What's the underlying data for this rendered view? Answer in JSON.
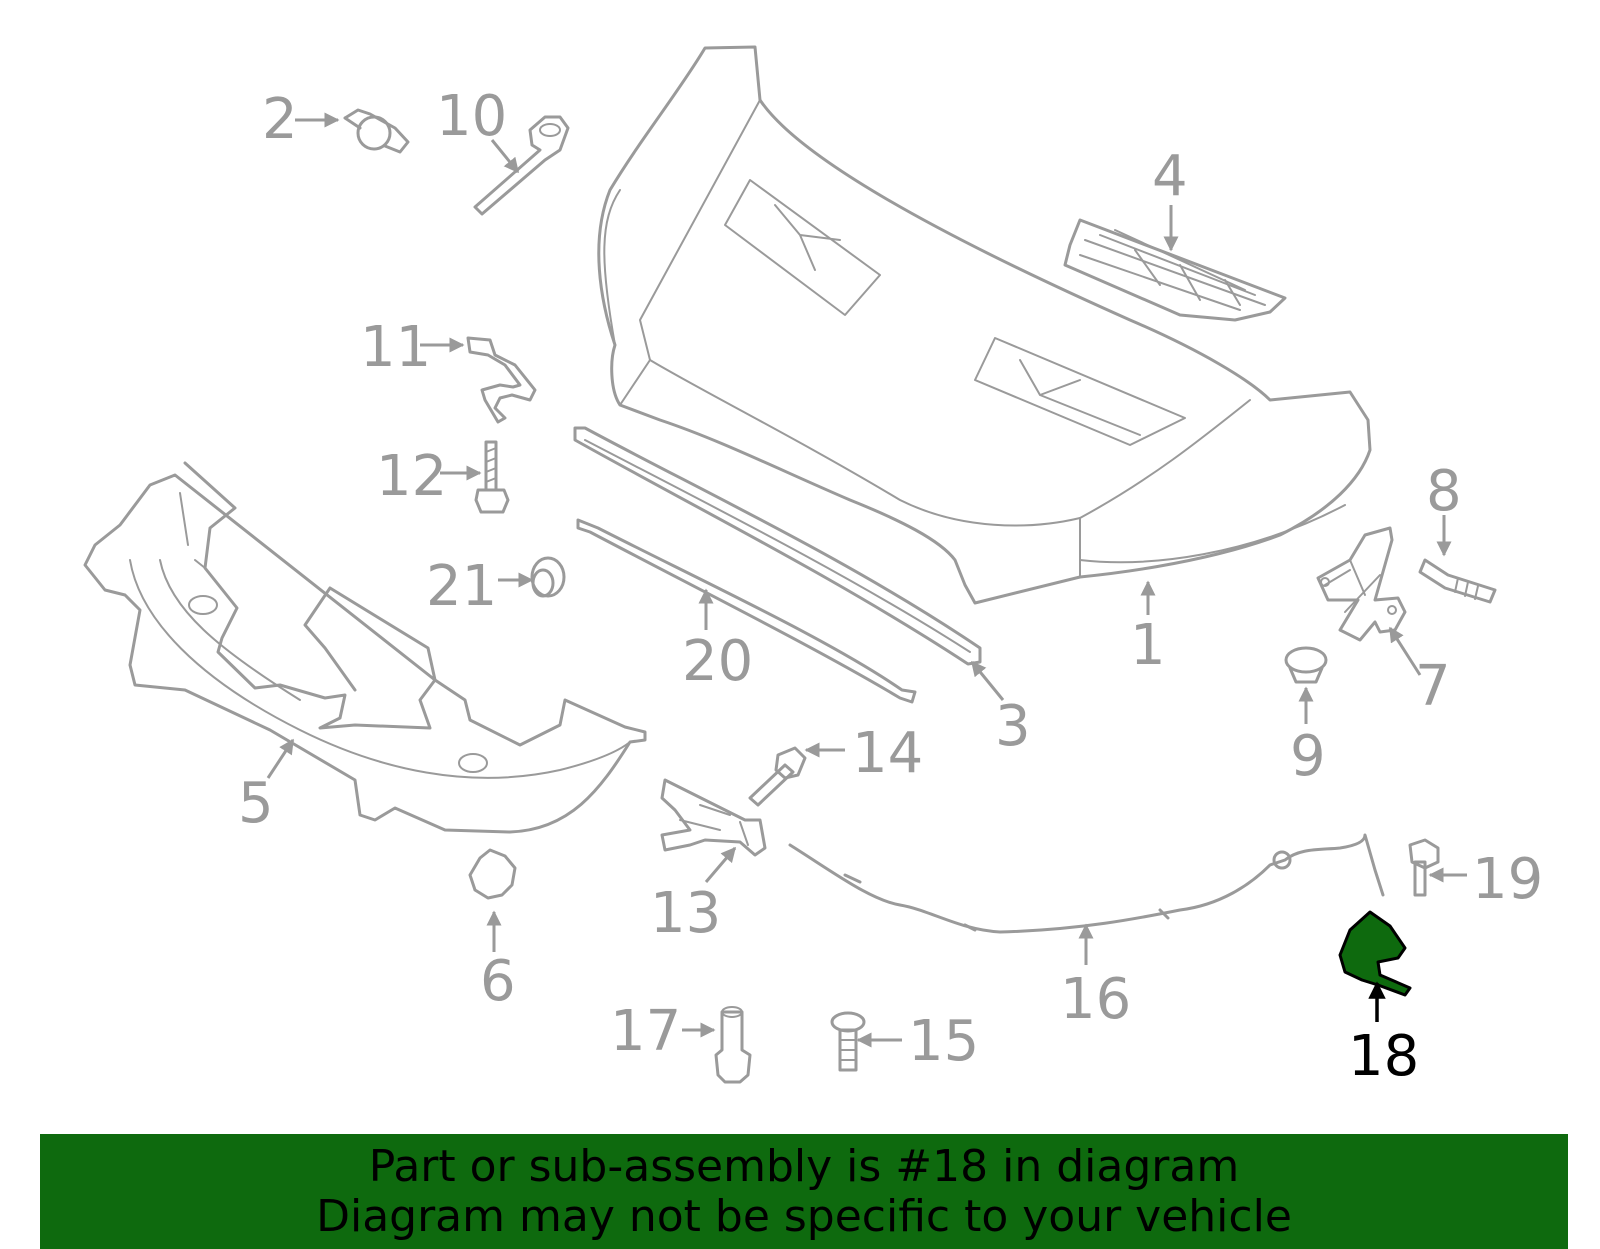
{
  "callouts": [
    "1",
    "2",
    "3",
    "4",
    "5",
    "6",
    "7",
    "8",
    "9",
    "10",
    "11",
    "12",
    "13",
    "14",
    "15",
    "16",
    "17",
    "18",
    "19",
    "20",
    "21"
  ],
  "highlighted_part": "18",
  "colors": {
    "part_stroke": "#9a9a9a",
    "highlight_fill": "#0e6a0e",
    "highlight_stroke": "#000000",
    "banner_bg": "#0e6a0e",
    "banner_text": "#000000"
  },
  "banner": {
    "line1": "Part or sub-assembly is #18 in diagram",
    "line2": "Diagram may not be specific to your vehicle"
  }
}
